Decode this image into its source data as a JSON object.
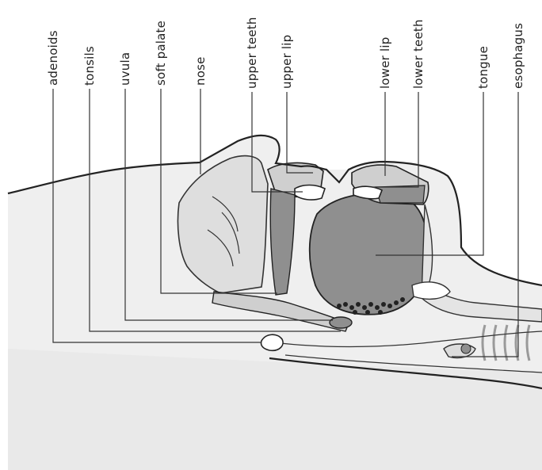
{
  "labels": {
    "adenoids": "adenoids",
    "tonsils": "tonsils",
    "uvula": "uvula",
    "soft_palate": "soft palate",
    "nose": "nose",
    "upper_teeth": "upper teeth",
    "upper_lip": "upper lip",
    "lower_lip": "lower lip",
    "lower_teeth": "lower teeth",
    "tongue": "tongue",
    "esophagus": "esophagus"
  },
  "colors": {
    "tissue_light": "#e6e6e6",
    "tissue_mid": "#d2d2d2",
    "tissue_dark": "#8f8f8f",
    "teeth": "#ffffff",
    "line": "#222222"
  }
}
